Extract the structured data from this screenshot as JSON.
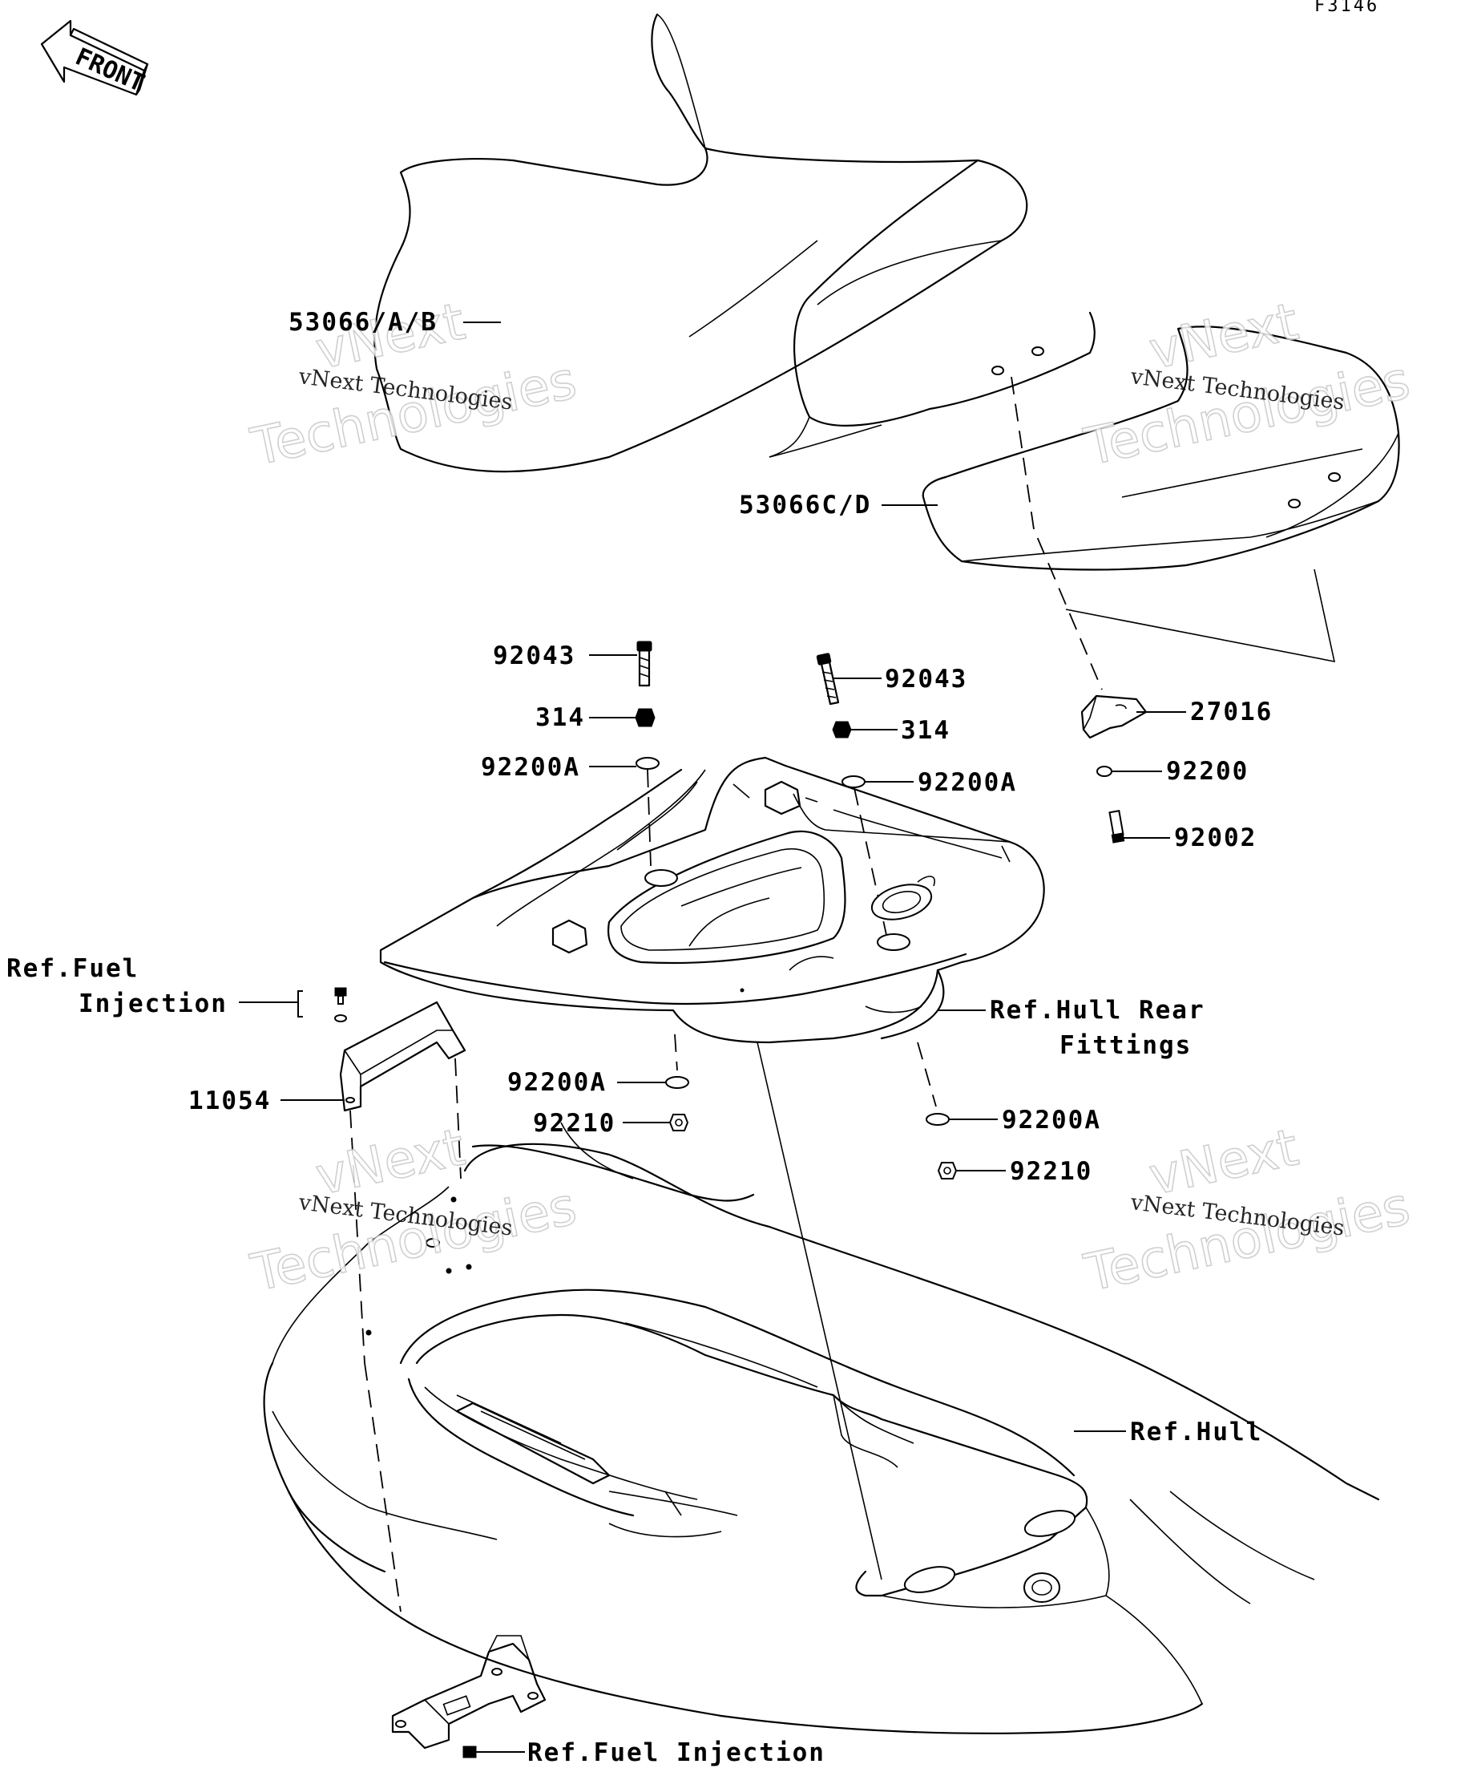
{
  "diagram_code": "F3146",
  "front_label": "FRONT",
  "watermark": {
    "line1": "vNext",
    "line2": "vNext Technologies",
    "line3": "Technologies"
  },
  "callouts": {
    "seat_front": "53066/A/B",
    "seat_rear": "53066C/D",
    "bolt_left": "92043",
    "nut_left": "314",
    "washer_left": "92200A",
    "bolt_right": "92043",
    "nut_right": "314",
    "washer_right": "92200A",
    "bracket_rear": "27016",
    "washer_rear": "92200",
    "bolt_rear": "92002",
    "ref_fuel_line1": "Ref.Fuel",
    "ref_fuel_line2": "Injection",
    "bracket_left": "11054",
    "ref_hull_rear_line1": "Ref.Hull Rear",
    "ref_hull_rear_line2": "Fittings",
    "washer_lower_left": "92200A",
    "nut_lower_left": "92210",
    "washer_lower_right": "92200A",
    "nut_lower_right": "92210",
    "ref_hull": "Ref.Hull",
    "ref_fuel_bottom": "Ref.Fuel Injection"
  }
}
